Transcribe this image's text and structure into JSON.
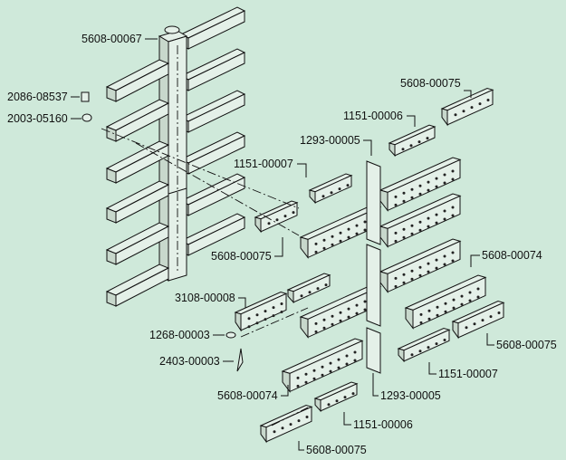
{
  "diagram": {
    "title": "Cantilever rack exploded parts view",
    "background_color": "#cfe9da",
    "labels": [
      {
        "id": "upright",
        "text": "5608-00067"
      },
      {
        "id": "fitting",
        "text": "2086-08537"
      },
      {
        "id": "elbow",
        "text": "2003-05160"
      },
      {
        "id": "tray-top-right",
        "text": "5608-00075"
      },
      {
        "id": "bracket-top",
        "text": "1151-00006"
      },
      {
        "id": "center-plate-top",
        "text": "1293-00005"
      },
      {
        "id": "bracket-left",
        "text": "1151-00007"
      },
      {
        "id": "tray-left",
        "text": "5608-00075"
      },
      {
        "id": "long-tray-right",
        "text": "5608-00074"
      },
      {
        "id": "end-tray",
        "text": "3108-00008"
      },
      {
        "id": "nozzle",
        "text": "1268-00003"
      },
      {
        "id": "tray-right",
        "text": "5608-00075"
      },
      {
        "id": "valve",
        "text": "2403-00003"
      },
      {
        "id": "bracket-right",
        "text": "1151-00007"
      },
      {
        "id": "long-tray-left",
        "text": "5608-00074"
      },
      {
        "id": "center-plate-bottom",
        "text": "1293-00005"
      },
      {
        "id": "bracket-bottom",
        "text": "1151-00006"
      },
      {
        "id": "tray-bottom",
        "text": "5608-00075"
      }
    ]
  }
}
